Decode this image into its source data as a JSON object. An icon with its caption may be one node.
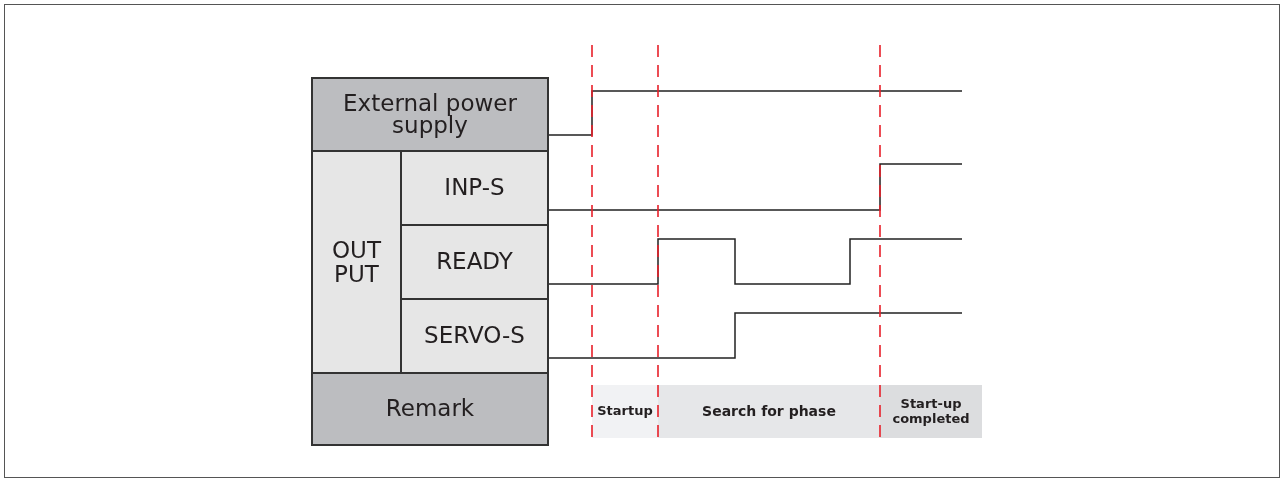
{
  "diagram": {
    "nodes": [
      {
        "text": [
          "External power supply"
        ]
      },
      {
        "text": [
          "OUT PUT"
        ]
      },
      {
        "text": [
          "INP-S"
        ]
      },
      {
        "text": [
          "READY"
        ]
      },
      {
        "text": [
          "SERVO-S"
        ]
      },
      {
        "text": [
          "Remark"
        ]
      },
      {
        "text": [
          "Startup"
        ]
      },
      {
        "text": [
          "Search for phase"
        ]
      },
      {
        "text": [
          "Start-up completed"
        ]
      }
    ]
  }
}
